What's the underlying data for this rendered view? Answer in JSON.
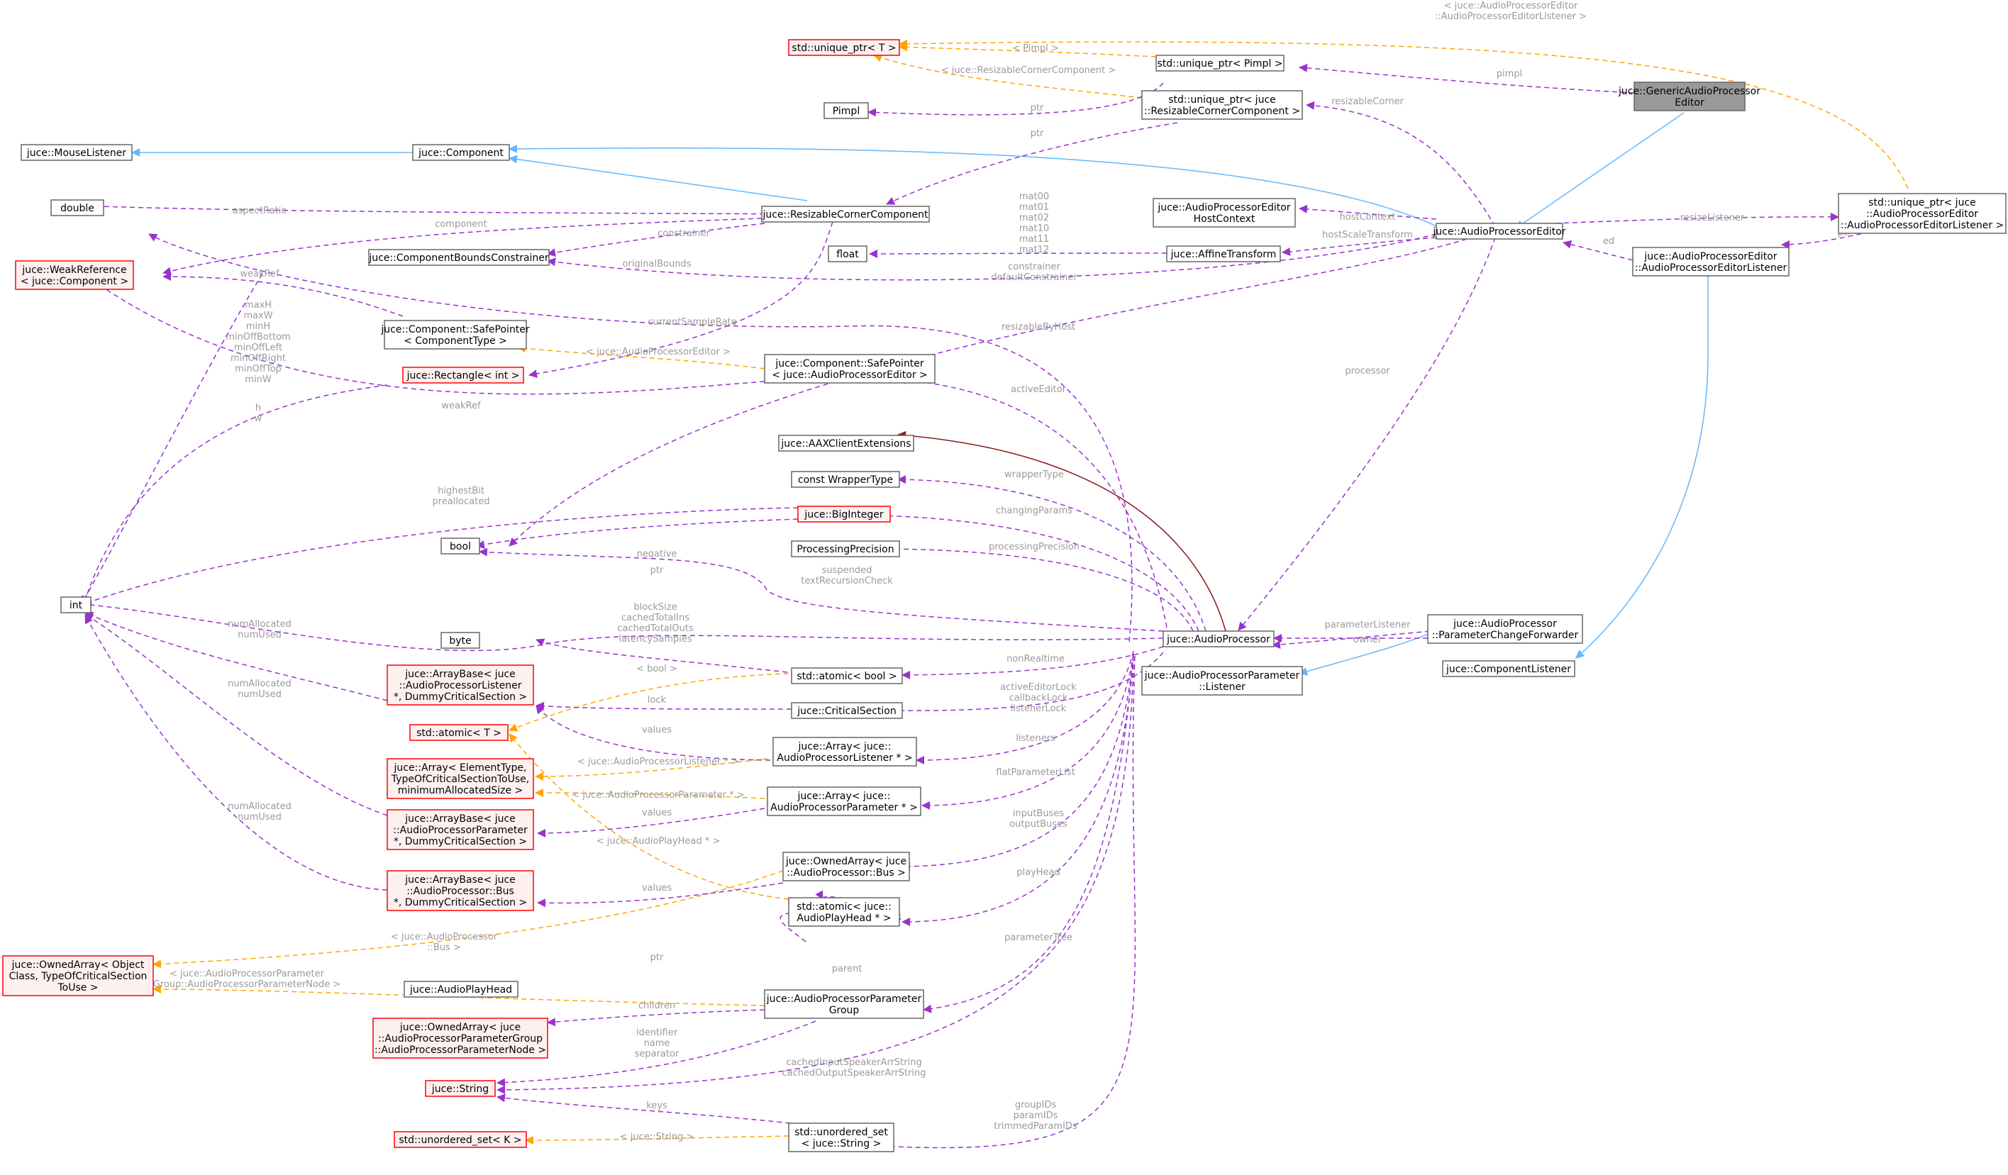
{
  "colors": {
    "inherit": "#63b8ff",
    "usage": "#9a32cd",
    "template": "#ffa500",
    "protected": "#8b1a1a",
    "node_border": "#666666",
    "undocumented_border": "#ff0000",
    "undocumented_fill": "#fff0f0",
    "focus_fill": "#999999",
    "label": "#9a9a9a"
  },
  "nodes": {
    "generic_editor": [
      "juce::GenericAudioProcessor",
      "Editor"
    ],
    "unique_ptr_T": [
      "std::unique_ptr< T >"
    ],
    "unique_ptr_pimpl": [
      "std::unique_ptr< Pimpl >"
    ],
    "pimpl": [
      "Pimpl"
    ],
    "unique_ptr_rcc": [
      "std::unique_ptr< juce",
      "::ResizableCornerComponent >"
    ],
    "mouse_listener": [
      "juce::MouseListener"
    ],
    "component": [
      "juce::Component"
    ],
    "double": [
      "double"
    ],
    "resizable_corner": [
      "juce::ResizableCornerComponent"
    ],
    "weak_reference": [
      "juce::WeakReference",
      "< juce::Component >"
    ],
    "bounds_constrainer": [
      "juce::ComponentBoundsConstrainer"
    ],
    "safe_pointer_t": [
      "juce::Component::SafePointer",
      "< ComponentType >"
    ],
    "rectangle": [
      "juce::Rectangle< int >"
    ],
    "safe_pointer_ape": [
      "juce::Component::SafePointer",
      "< juce::AudioProcessorEditor >"
    ],
    "host_context": [
      "juce::AudioProcessorEditor",
      "HostContext"
    ],
    "float": [
      "float"
    ],
    "affine": [
      "juce::AffineTransform"
    ],
    "ape": [
      "juce::AudioProcessorEditor"
    ],
    "unique_ptr_listener": [
      "std::unique_ptr< juce",
      "::AudioProcessorEditor",
      "::AudioProcessorEditorListener >"
    ],
    "ape_listener": [
      "juce::AudioProcessorEditor",
      "::AudioProcessorEditorListener"
    ],
    "aax": [
      "juce::AAXClientExtensions"
    ],
    "wrapper_type": [
      "const WrapperType"
    ],
    "big_integer": [
      "juce::BigInteger"
    ],
    "bool": [
      "bool"
    ],
    "processing_precision": [
      "ProcessingPrecision"
    ],
    "int": [
      "int"
    ],
    "byte": [
      "byte"
    ],
    "audio_processor": [
      "juce::AudioProcessor"
    ],
    "change_forwarder": [
      "juce::AudioProcessor",
      "::ParameterChangeForwarder"
    ],
    "param_listener": [
      "juce::AudioProcessorParameter",
      "::Listener"
    ],
    "component_listener": [
      "juce::ComponentListener"
    ],
    "arraybase_listener": [
      "juce::ArrayBase< juce",
      "::AudioProcessorListener",
      " *, DummyCriticalSection >"
    ],
    "atomic_bool": [
      "std::atomic< bool >"
    ],
    "critical_section": [
      "juce::CriticalSection"
    ],
    "atomic_T": [
      "std::atomic< T >"
    ],
    "array_generic": [
      "juce::Array< ElementType,",
      "TypeOfCriticalSectionToUse,",
      "minimumAllocatedSize >"
    ],
    "array_listener": [
      "juce::Array< juce::",
      "AudioProcessorListener * >"
    ],
    "array_param": [
      "juce::Array< juce::",
      "AudioProcessorParameter * >"
    ],
    "arraybase_param": [
      "juce::ArrayBase< juce",
      "::AudioProcessorParameter",
      " *, DummyCriticalSection >"
    ],
    "owned_array_bus": [
      "juce::OwnedArray< juce",
      "::AudioProcessor::Bus >"
    ],
    "arraybase_bus": [
      "juce::ArrayBase< juce",
      "::AudioProcessor::Bus",
      " *, DummyCriticalSection >"
    ],
    "atomic_playhead": [
      "std::atomic< juce::",
      "AudioPlayHead * >"
    ],
    "owned_array_generic": [
      "juce::OwnedArray< Object",
      "Class, TypeOfCriticalSection",
      "ToUse >"
    ],
    "audio_playhead": [
      "juce::AudioPlayHead"
    ],
    "param_group": [
      "juce::AudioProcessorParameter",
      "Group"
    ],
    "owned_array_node": [
      "juce::OwnedArray< juce",
      "::AudioProcessorParameterGroup",
      "::AudioProcessorParameterNode >"
    ],
    "string": [
      "juce::String"
    ],
    "unordered_set_K": [
      "std::unordered_set< K >"
    ],
    "unordered_set_string": [
      "std::unordered_set",
      "< juce::String >"
    ]
  },
  "edge_labels": {
    "e1": [
      "< juce::AudioProcessorEditor",
      "::AudioProcessorEditorListener >"
    ],
    "e2": [
      "< Pimpl >"
    ],
    "e3": [
      "pimpl"
    ],
    "e4": [
      "< juce::ResizableCornerComponent >"
    ],
    "e5": [
      "ptr"
    ],
    "e6": [
      "resizableCorner"
    ],
    "e7": [
      "ptr"
    ],
    "e8": [
      "aspectRatio"
    ],
    "e9": [
      "component"
    ],
    "e10": [
      "constrainer"
    ],
    "e11": [
      "weakRef"
    ],
    "e12": [
      "originalBounds"
    ],
    "e13": [
      "mat00",
      "mat01",
      "mat02",
      "mat10",
      "mat11",
      "mat12"
    ],
    "e14": [
      "hostContext"
    ],
    "e15": [
      "hostScaleTransform"
    ],
    "e16": [
      "resizeListener"
    ],
    "e17": [
      "ptr"
    ],
    "e18": [
      "ed"
    ],
    "e19": [
      "constrainer",
      "defaultConstrainer"
    ],
    "e20": [
      "currentSampleRate"
    ],
    "e21": [
      "maxH",
      "maxW",
      "minH",
      "minOffBottom",
      "minOffLeft",
      "minOffRight",
      "minOffTop",
      "minW"
    ],
    "e22": [
      "< juce::AudioProcessorEditor >"
    ],
    "e23": [
      "resizableByHost"
    ],
    "e24": [
      "weakRef"
    ],
    "e25": [
      "h",
      "w"
    ],
    "e26": [
      "activeEditor"
    ],
    "e27": [
      "processor"
    ],
    "e28": [
      "wrapperType"
    ],
    "e29": [
      "highestBit",
      "preallocated"
    ],
    "e30": [
      "changingParams"
    ],
    "e31": [
      "negative"
    ],
    "e32": [
      "processingPrecision"
    ],
    "e33": [
      "suspended",
      "textRecursionCheck"
    ],
    "e34": [
      "ptr"
    ],
    "e35": [
      "blockSize",
      "cachedTotalIns",
      "cachedTotalOuts",
      "latencySamples"
    ],
    "e36": [
      "parameterListener"
    ],
    "e37": [
      "owner"
    ],
    "e38": [
      "numAllocated",
      "numUsed"
    ],
    "e39": [
      "< bool >"
    ],
    "e40": [
      "nonRealtime"
    ],
    "e41": [
      "lock"
    ],
    "e42": [
      "activeEditorLock",
      "callbackLock",
      "listenerLock"
    ],
    "e43": [
      "numAllocated",
      "numUsed"
    ],
    "e44": [
      "values"
    ],
    "e45": [
      "< juce::AudioProcessorListener * >"
    ],
    "e46": [
      "listeners"
    ],
    "e47": [
      "< juce::AudioProcessorParameter * >"
    ],
    "e48": [
      "flatParameterList"
    ],
    "e49": [
      "values"
    ],
    "e50": [
      "numAllocated",
      "numUsed"
    ],
    "e51": [
      "< juce::AudioPlayHead * >"
    ],
    "e52": [
      "inputBuses",
      "outputBuses"
    ],
    "e53": [
      "values"
    ],
    "e54": [
      "playHead"
    ],
    "e55": [
      "< juce::AudioProcessor",
      "::Bus >"
    ],
    "e56": [
      "ptr"
    ],
    "e57": [
      "parent"
    ],
    "e58": [
      "parameterTree"
    ],
    "e59": [
      "< juce::AudioProcessorParameter",
      "Group::AudioProcessorParameterNode >"
    ],
    "e60": [
      "children"
    ],
    "e61": [
      "identifier",
      "name",
      "separator"
    ],
    "e62": [
      "cachedInputSpeakerArrString",
      "cachedOutputSpeakerArrString"
    ],
    "e63": [
      "keys"
    ],
    "e64": [
      "groupIDs",
      "paramIDs",
      "trimmedParamIDs"
    ],
    "e65": [
      "< juce::String >"
    ]
  }
}
